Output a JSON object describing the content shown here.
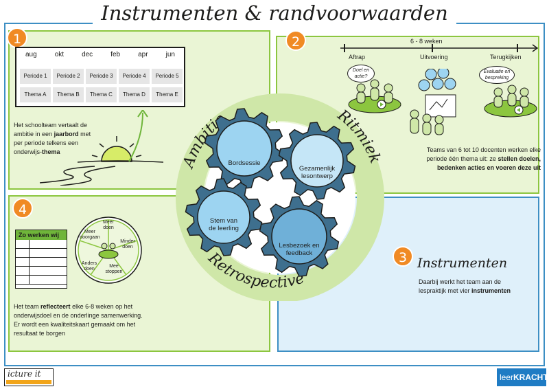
{
  "title": "Instrumenten & randvoorwaarden",
  "colors": {
    "green": "#8cc63f",
    "light_green": "#eaf5d5",
    "blue": "#3d8fc4",
    "light_blue": "#dff0fa",
    "orange": "#f08a24",
    "gear_fill": "#9dd4f1"
  },
  "panel1": {
    "number": "1",
    "months": [
      "aug",
      "okt",
      "dec",
      "feb",
      "apr",
      "jun"
    ],
    "periods": [
      "Periode 1",
      "Periode 2",
      "Periode 3",
      "Periode 4",
      "Periode 5"
    ],
    "themes": [
      "Thema A",
      "Thema B",
      "Thema C",
      "Thema D",
      "Thema E"
    ],
    "text_a": "Het schoolteam vertaalt de",
    "text_b": "ambitie in een",
    "text_b_bold": "jaarbord",
    "text_b2": "met",
    "text_c": "per periode telkens een",
    "text_d": "onderwijs-",
    "text_d_bold": "thema"
  },
  "panel2": {
    "number": "2",
    "duration": "6 - 8 weken",
    "phases": [
      "Aftrap",
      "Uitvoering",
      "Terugkijken"
    ],
    "bubble_left": "Doel en actie?",
    "bubble_right": "Evaluatie en bespreking",
    "text_a": "Teams van 6 tot 10 docenten werken elke",
    "text_b": "periode één thema uit: ze",
    "text_b_bold": "stellen doelen,",
    "text_c_bold": "bedenken acties en voeren deze uit"
  },
  "panel3": {
    "number": "3",
    "title": "Instrumenten",
    "text_a": "Daarbij werkt het team aan de",
    "text_b": "lespraktijk met vier",
    "text_b_bold": "instrumenten"
  },
  "panel4": {
    "number": "4",
    "board_title": "Zo werken wij",
    "wheel": [
      "Meer doorgaan",
      "Meer doen",
      "Minder doen",
      "Mee stoppen",
      "Anders doen"
    ],
    "text_a_pre": "Het team",
    "text_a_bold": "reflecteert",
    "text_a_post": "elke 6-8 weken op het",
    "text_b": "onderwijsdoel en de onderlinge samenwerking.",
    "text_c": "Er wordt een kwaliteitskaart gemaakt om het",
    "text_d": "resultaat te borgen"
  },
  "ring": {
    "top_left": "Ambitie",
    "right": "Ritmiek",
    "bottom": "Retrospective"
  },
  "gears": [
    {
      "line1": "Bordsessie",
      "line2": ""
    },
    {
      "line1": "Gezamenlijk",
      "line2": "lesontwerp"
    },
    {
      "line1": "Stem van",
      "line2": "de leerling"
    },
    {
      "line1": "Lesbezoek en",
      "line2": "feedback"
    }
  ],
  "brand": {
    "left": "icture it",
    "right_a": "leer",
    "right_b": "KRACHT"
  }
}
